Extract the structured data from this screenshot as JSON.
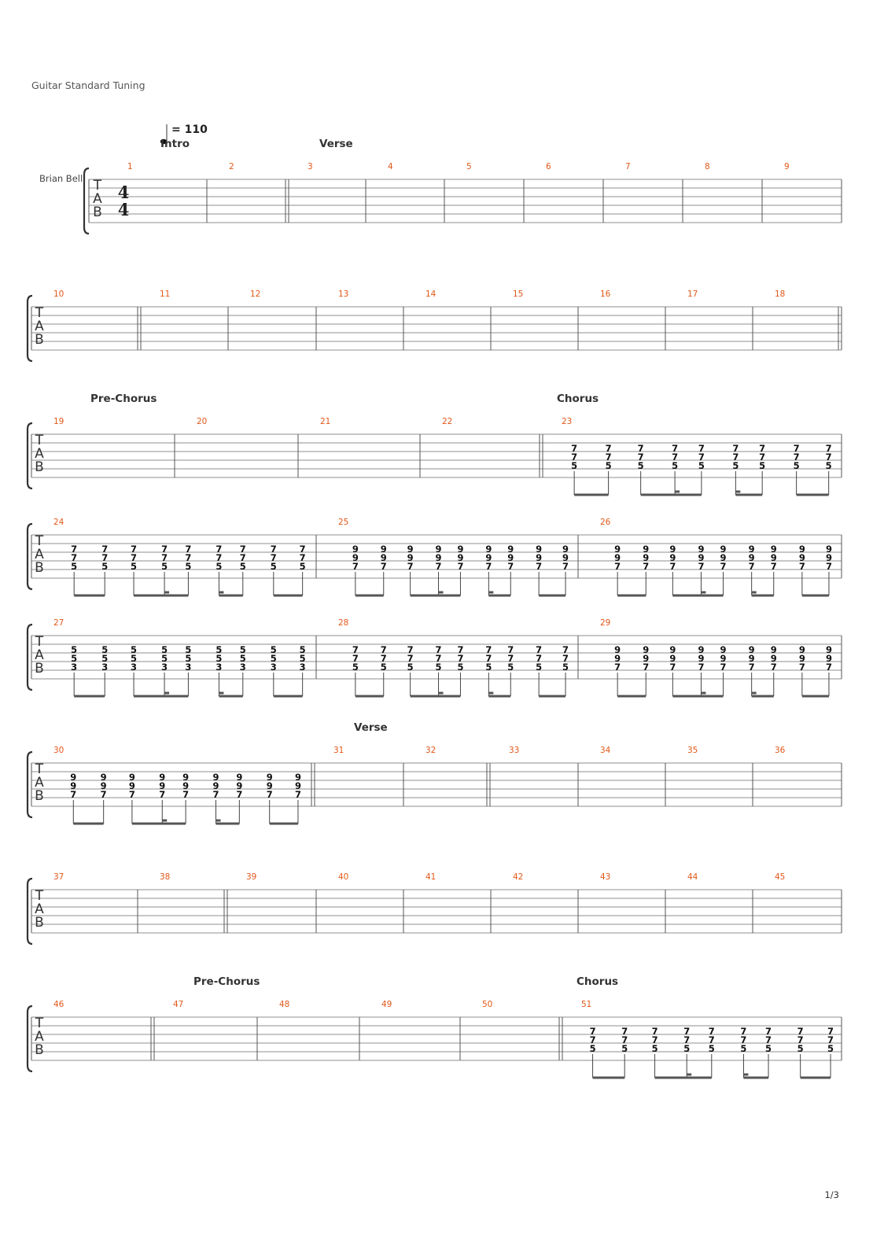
{
  "header": {
    "tuning_label": "Guitar Standard Tuning",
    "tempo_text": "= 110",
    "instrument": "Brian Bell"
  },
  "footer": {
    "page_number": "1/3"
  },
  "tab_clef_letters": [
    "T",
    "A",
    "B"
  ],
  "time_signature": {
    "numerator": "4",
    "denominator": "4"
  },
  "systems": [
    {
      "sections": [
        {
          "label": "Intro",
          "at_bar": 1
        },
        {
          "label": "Verse",
          "at_bar": 3
        }
      ],
      "bars": [
        {
          "number": 1,
          "repeat_start": false,
          "chords": []
        },
        {
          "number": 2,
          "repeat_start": false,
          "chords": []
        },
        {
          "number": 3,
          "repeat_start": true,
          "chords": []
        },
        {
          "number": 4,
          "repeat_start": false,
          "chords": []
        },
        {
          "number": 5,
          "repeat_start": false,
          "chords": []
        },
        {
          "number": 6,
          "repeat_start": false,
          "chords": []
        },
        {
          "number": 7,
          "repeat_start": false,
          "chords": []
        },
        {
          "number": 8,
          "repeat_start": false,
          "chords": []
        },
        {
          "number": 9,
          "repeat_start": false,
          "chords": []
        }
      ]
    },
    {
      "sections": [],
      "bars": [
        {
          "number": 10,
          "repeat_start": false,
          "chords": []
        },
        {
          "number": 11,
          "repeat_start": true,
          "chords": []
        },
        {
          "number": 12,
          "repeat_start": false,
          "chords": []
        },
        {
          "number": 13,
          "repeat_start": false,
          "chords": []
        },
        {
          "number": 14,
          "repeat_start": false,
          "chords": []
        },
        {
          "number": 15,
          "repeat_start": false,
          "chords": []
        },
        {
          "number": 16,
          "repeat_start": false,
          "chords": []
        },
        {
          "number": 17,
          "repeat_start": false,
          "chords": []
        },
        {
          "number": 18,
          "repeat_start": false,
          "chords": []
        }
      ],
      "end_double": true
    },
    {
      "sections": [
        {
          "label": "Pre-Chorus",
          "at_bar": 19
        },
        {
          "label": "Chorus",
          "at_bar": 23
        }
      ],
      "bars": [
        {
          "number": 19,
          "repeat_start": false,
          "chords": []
        },
        {
          "number": 20,
          "repeat_start": false,
          "chords": []
        },
        {
          "number": 21,
          "repeat_start": false,
          "chords": []
        },
        {
          "number": 22,
          "repeat_start": false,
          "chords": []
        },
        {
          "number": 23,
          "repeat_start": true,
          "chords": [
            [
              "7",
              "7",
              "5"
            ],
            [
              "7",
              "7",
              "5"
            ],
            [
              "7",
              "7",
              "5"
            ],
            [
              "7",
              "7",
              "5"
            ],
            [
              "7",
              "7",
              "5"
            ],
            [
              "7",
              "7",
              "5"
            ],
            [
              "7",
              "7",
              "5"
            ],
            [
              "7",
              "7",
              "5"
            ],
            [
              "7",
              "7",
              "5"
            ]
          ]
        }
      ]
    },
    {
      "sections": [],
      "bars": [
        {
          "number": 24,
          "repeat_start": false,
          "chords": [
            [
              "7",
              "7",
              "5"
            ],
            [
              "7",
              "7",
              "5"
            ],
            [
              "7",
              "7",
              "5"
            ],
            [
              "7",
              "7",
              "5"
            ],
            [
              "7",
              "7",
              "5"
            ],
            [
              "7",
              "7",
              "5"
            ],
            [
              "7",
              "7",
              "5"
            ],
            [
              "7",
              "7",
              "5"
            ],
            [
              "7",
              "7",
              "5"
            ]
          ]
        },
        {
          "number": 25,
          "repeat_start": false,
          "chords": [
            [
              "9",
              "9",
              "7"
            ],
            [
              "9",
              "9",
              "7"
            ],
            [
              "9",
              "9",
              "7"
            ],
            [
              "9",
              "9",
              "7"
            ],
            [
              "9",
              "9",
              "7"
            ],
            [
              "9",
              "9",
              "7"
            ],
            [
              "9",
              "9",
              "7"
            ],
            [
              "9",
              "9",
              "7"
            ],
            [
              "9",
              "9",
              "7"
            ]
          ]
        },
        {
          "number": 26,
          "repeat_start": false,
          "chords": [
            [
              "9",
              "9",
              "7"
            ],
            [
              "9",
              "9",
              "7"
            ],
            [
              "9",
              "9",
              "7"
            ],
            [
              "9",
              "9",
              "7"
            ],
            [
              "9",
              "9",
              "7"
            ],
            [
              "9",
              "9",
              "7"
            ],
            [
              "9",
              "9",
              "7"
            ],
            [
              "9",
              "9",
              "7"
            ],
            [
              "9",
              "9",
              "7"
            ]
          ]
        }
      ]
    },
    {
      "sections": [],
      "bars": [
        {
          "number": 27,
          "repeat_start": false,
          "chords": [
            [
              "5",
              "5",
              "3"
            ],
            [
              "5",
              "5",
              "3"
            ],
            [
              "5",
              "5",
              "3"
            ],
            [
              "5",
              "5",
              "3"
            ],
            [
              "5",
              "5",
              "3"
            ],
            [
              "5",
              "5",
              "3"
            ],
            [
              "5",
              "5",
              "3"
            ],
            [
              "5",
              "5",
              "3"
            ],
            [
              "5",
              "5",
              "3"
            ]
          ]
        },
        {
          "number": 28,
          "repeat_start": false,
          "chords": [
            [
              "7",
              "7",
              "5"
            ],
            [
              "7",
              "7",
              "5"
            ],
            [
              "7",
              "7",
              "5"
            ],
            [
              "7",
              "7",
              "5"
            ],
            [
              "7",
              "7",
              "5"
            ],
            [
              "7",
              "7",
              "5"
            ],
            [
              "7",
              "7",
              "5"
            ],
            [
              "7",
              "7",
              "5"
            ],
            [
              "7",
              "7",
              "5"
            ]
          ]
        },
        {
          "number": 29,
          "repeat_start": false,
          "chords": [
            [
              "9",
              "9",
              "7"
            ],
            [
              "9",
              "9",
              "7"
            ],
            [
              "9",
              "9",
              "7"
            ],
            [
              "9",
              "9",
              "7"
            ],
            [
              "9",
              "9",
              "7"
            ],
            [
              "9",
              "9",
              "7"
            ],
            [
              "9",
              "9",
              "7"
            ],
            [
              "9",
              "9",
              "7"
            ],
            [
              "9",
              "9",
              "7"
            ]
          ]
        }
      ]
    },
    {
      "sections": [
        {
          "label": "Verse",
          "at_bar": 31
        }
      ],
      "bars": [
        {
          "number": 30,
          "repeat_start": false,
          "chords": [
            [
              "9",
              "9",
              "7"
            ],
            [
              "9",
              "9",
              "7"
            ],
            [
              "9",
              "9",
              "7"
            ],
            [
              "9",
              "9",
              "7"
            ],
            [
              "9",
              "9",
              "7"
            ],
            [
              "9",
              "9",
              "7"
            ],
            [
              "9",
              "9",
              "7"
            ],
            [
              "9",
              "9",
              "7"
            ],
            [
              "9",
              "9",
              "7"
            ]
          ]
        },
        {
          "number": 31,
          "repeat_start": true,
          "chords": []
        },
        {
          "number": 32,
          "repeat_start": false,
          "chords": []
        },
        {
          "number": 33,
          "repeat_start": true,
          "chords": []
        },
        {
          "number": 34,
          "repeat_start": false,
          "chords": []
        },
        {
          "number": 35,
          "repeat_start": false,
          "chords": []
        },
        {
          "number": 36,
          "repeat_start": false,
          "chords": []
        }
      ]
    },
    {
      "sections": [],
      "bars": [
        {
          "number": 37,
          "repeat_start": false,
          "chords": []
        },
        {
          "number": 38,
          "repeat_start": false,
          "chords": []
        },
        {
          "number": 39,
          "repeat_start": true,
          "chords": []
        },
        {
          "number": 40,
          "repeat_start": false,
          "chords": []
        },
        {
          "number": 41,
          "repeat_start": false,
          "chords": []
        },
        {
          "number": 42,
          "repeat_start": false,
          "chords": []
        },
        {
          "number": 43,
          "repeat_start": false,
          "chords": []
        },
        {
          "number": 44,
          "repeat_start": false,
          "chords": []
        },
        {
          "number": 45,
          "repeat_start": false,
          "chords": []
        }
      ]
    },
    {
      "sections": [
        {
          "label": "Pre-Chorus",
          "at_bar": 47
        },
        {
          "label": "Chorus",
          "at_bar": 51
        }
      ],
      "bars": [
        {
          "number": 46,
          "repeat_start": false,
          "chords": []
        },
        {
          "number": 47,
          "repeat_start": true,
          "chords": []
        },
        {
          "number": 48,
          "repeat_start": false,
          "chords": []
        },
        {
          "number": 49,
          "repeat_start": false,
          "chords": []
        },
        {
          "number": 50,
          "repeat_start": false,
          "chords": []
        },
        {
          "number": 51,
          "repeat_start": true,
          "chords": [
            [
              "7",
              "7",
              "5"
            ],
            [
              "7",
              "7",
              "5"
            ],
            [
              "7",
              "7",
              "5"
            ],
            [
              "7",
              "7",
              "5"
            ],
            [
              "7",
              "7",
              "5"
            ],
            [
              "7",
              "7",
              "5"
            ],
            [
              "7",
              "7",
              "5"
            ],
            [
              "7",
              "7",
              "5"
            ],
            [
              "7",
              "7",
              "5"
            ]
          ]
        }
      ]
    }
  ]
}
